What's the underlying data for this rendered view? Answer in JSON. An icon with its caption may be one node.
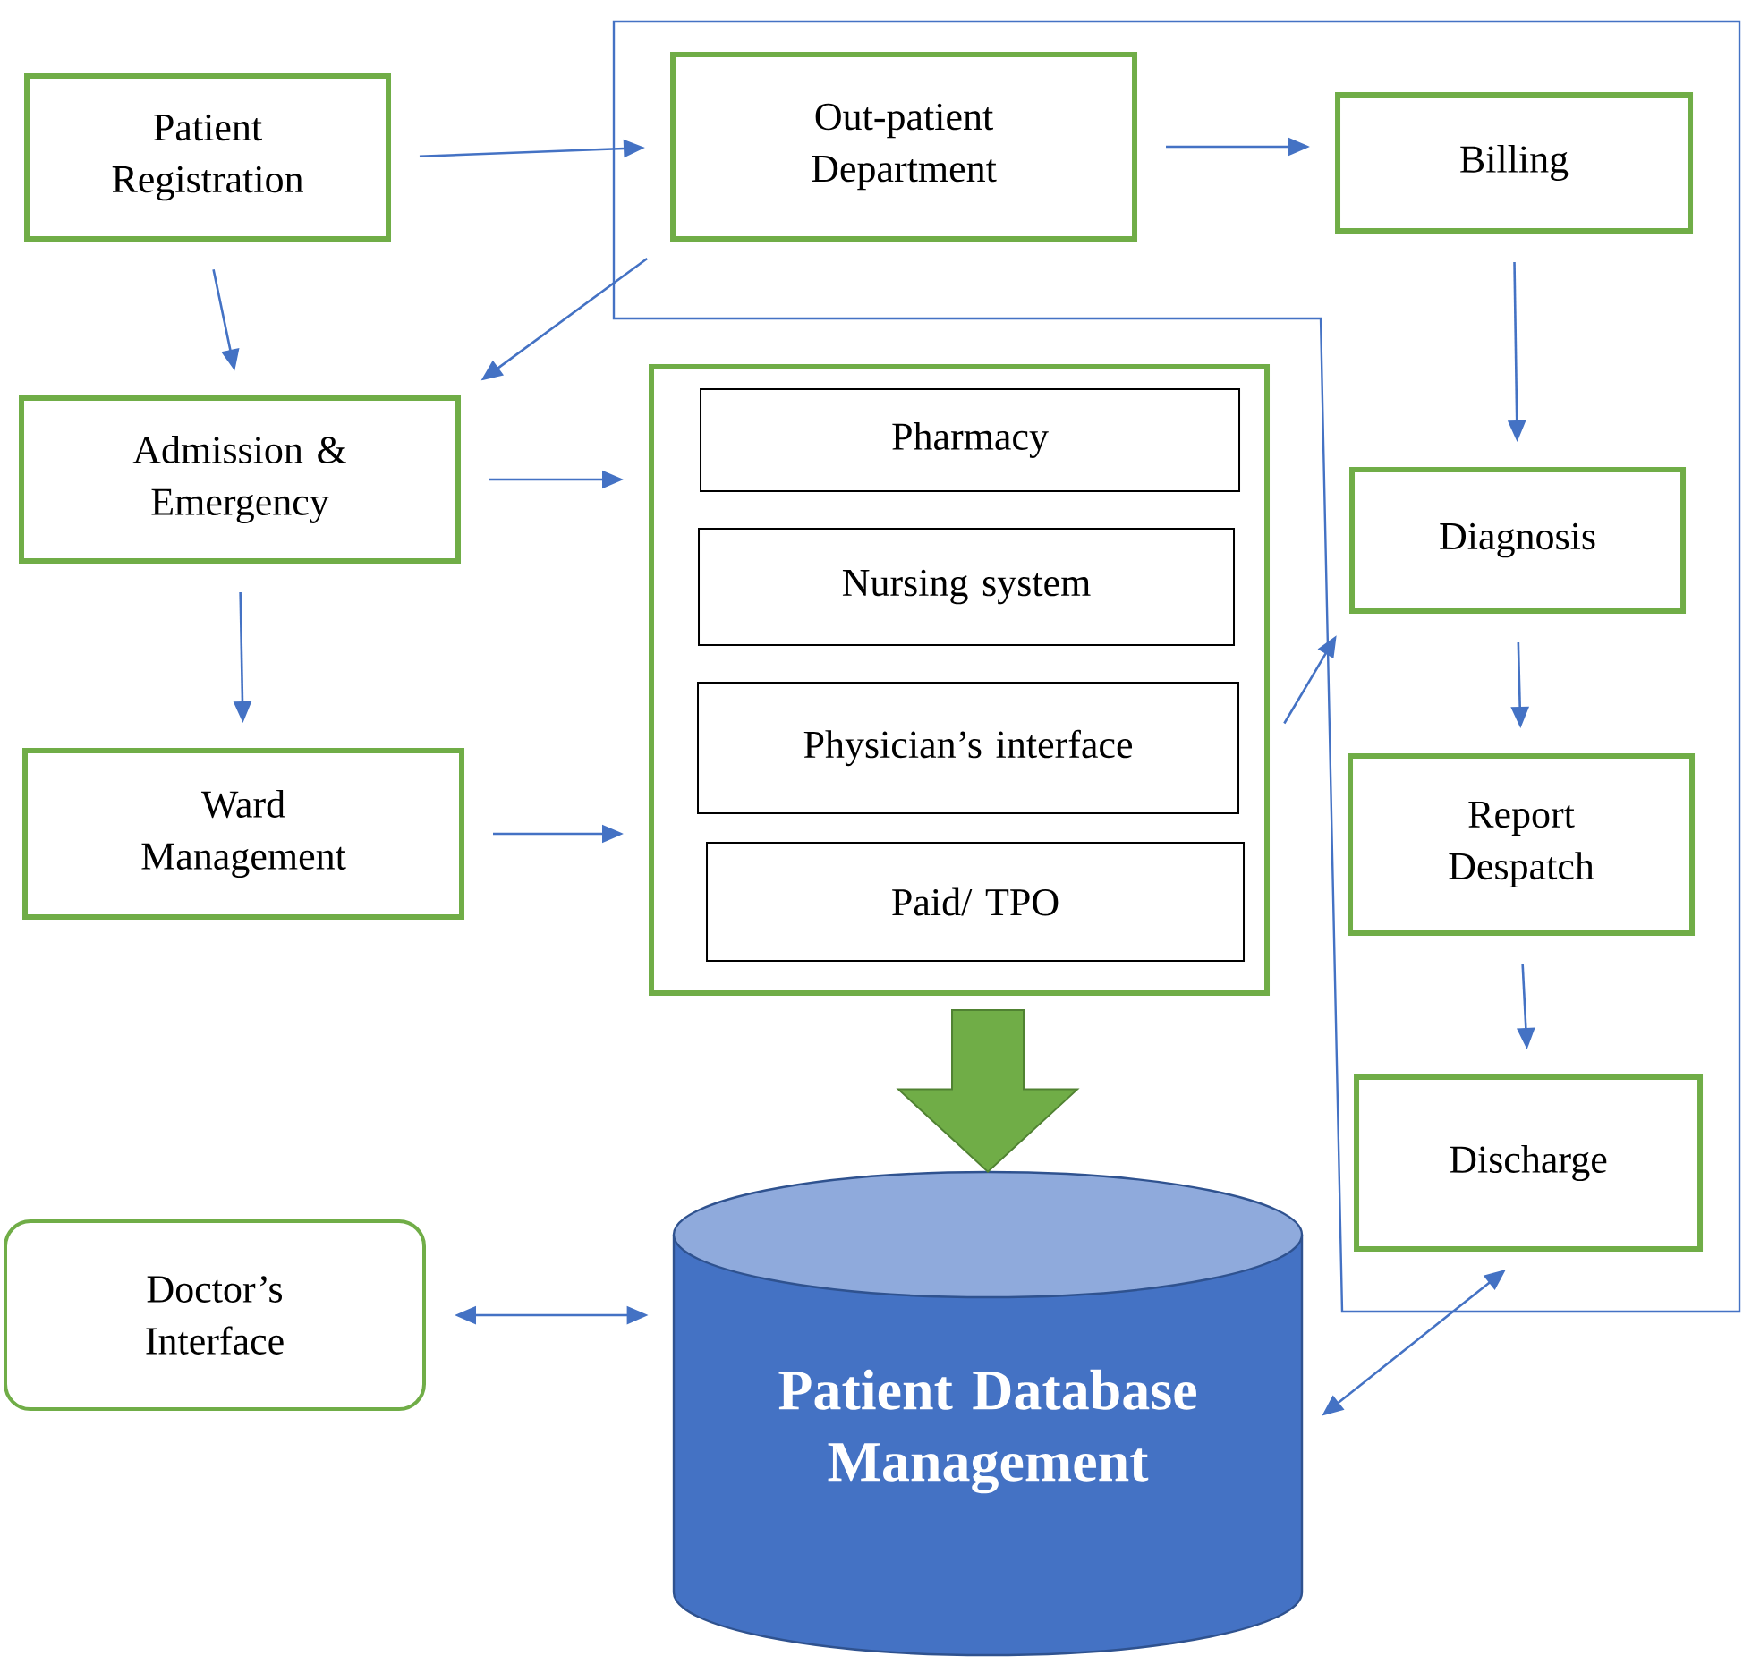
{
  "diagram": {
    "nodes": [
      {
        "text": [
          "Patient Registration"
        ]
      },
      {
        "text": [
          "Out-patient Department"
        ]
      },
      {
        "text": [
          "Billing"
        ]
      },
      {
        "text": [
          "Admission & Emergency"
        ]
      },
      {
        "text": [],
        "shape": "box"
      },
      {
        "text": [
          "Pharmacy"
        ],
        "in": 4
      },
      {
        "text": [
          "Nursing system"
        ],
        "in": 4
      },
      {
        "text": [
          "Physician’s interface"
        ],
        "in": 4
      },
      {
        "text": [
          "Paid/ TPO"
        ],
        "in": 4
      },
      {
        "text": [
          "Diagnosis"
        ]
      },
      {
        "text": [
          "Ward Management"
        ]
      },
      {
        "text": [
          "Report Despatch"
        ]
      },
      {
        "text": [
          "Discharge"
        ]
      },
      {
        "text": [
          "Doctor’s Interface"
        ]
      },
      {
        "text": [
          "Patient Database Management"
        ]
      }
    ],
    "edges": [
      {
        "from": 0,
        "to": 1,
        "arrow": "to"
      },
      {
        "from": 0,
        "to": 3,
        "arrow": "to"
      },
      {
        "from": 1,
        "to": 3,
        "arrow": "to"
      },
      {
        "from": 1,
        "to": 2,
        "arrow": "to"
      },
      {
        "from": 2,
        "to": 9,
        "arrow": "to"
      },
      {
        "from": 3,
        "to": 4,
        "arrow": "to"
      },
      {
        "from": 3,
        "to": 10,
        "arrow": "to"
      },
      {
        "from": 10,
        "to": 4,
        "arrow": "to"
      },
      {
        "from": 4,
        "to": 9,
        "arrow": "to"
      },
      {
        "from": 9,
        "to": 11,
        "arrow": "to"
      },
      {
        "from": 11,
        "to": 12,
        "arrow": "to"
      },
      {
        "from": 4,
        "to": 14,
        "arrow": "to",
        "style": "thick",
        "color": "#70ad47"
      },
      {
        "from": 13,
        "to": 14,
        "arrow": "both"
      },
      {
        "from": 12,
        "to": 14,
        "arrow": "both"
      }
    ]
  }
}
